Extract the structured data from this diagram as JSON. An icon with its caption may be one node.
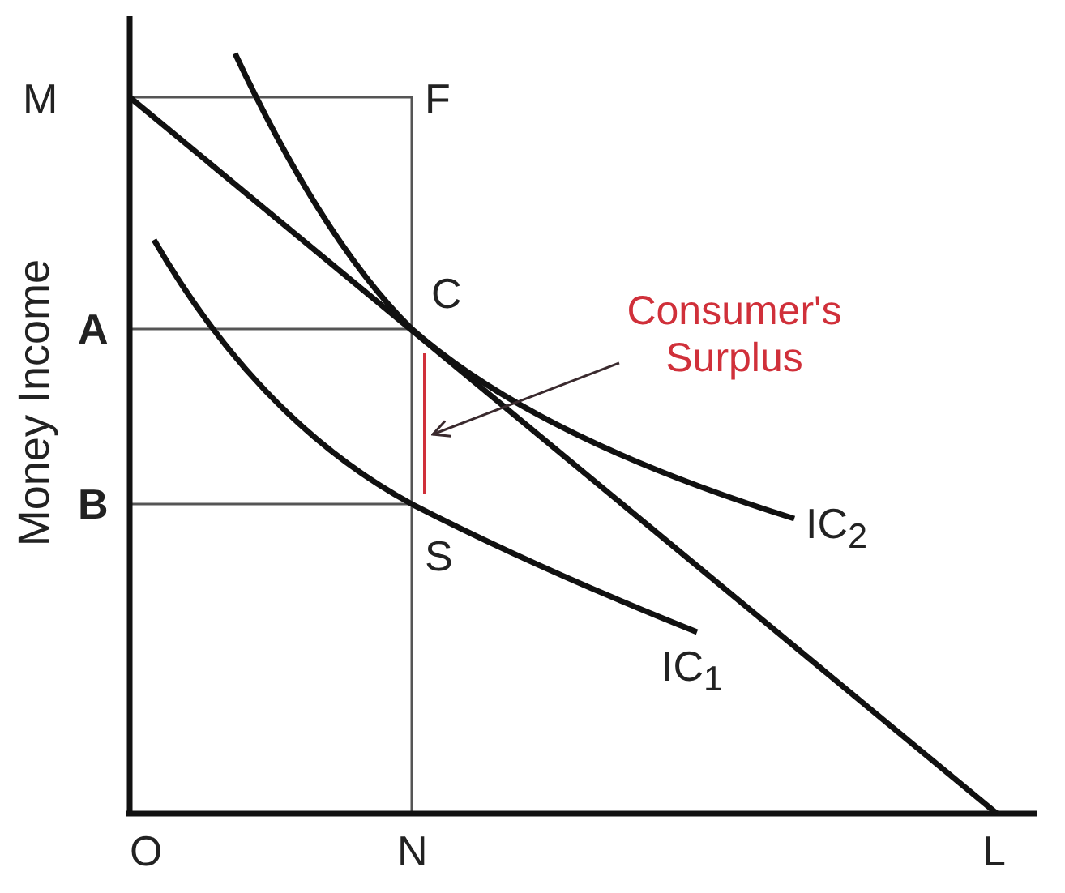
{
  "diagram": {
    "nodes": [
      {
        "text": [
          "Consumer's Surplus"
        ]
      },
      {
        "text": [],
        "shape": "bar"
      }
    ],
    "edges": [
      {
        "from": 0,
        "to": 1,
        "arrow": "to",
        "color": "#3a2a2e"
      }
    ],
    "labels": [
      "M",
      "F",
      "C",
      "A",
      "B",
      "IC$_{2}$",
      "S",
      "IC$_{1}$",
      "O",
      "N",
      "L",
      "Money Income"
    ]
  }
}
